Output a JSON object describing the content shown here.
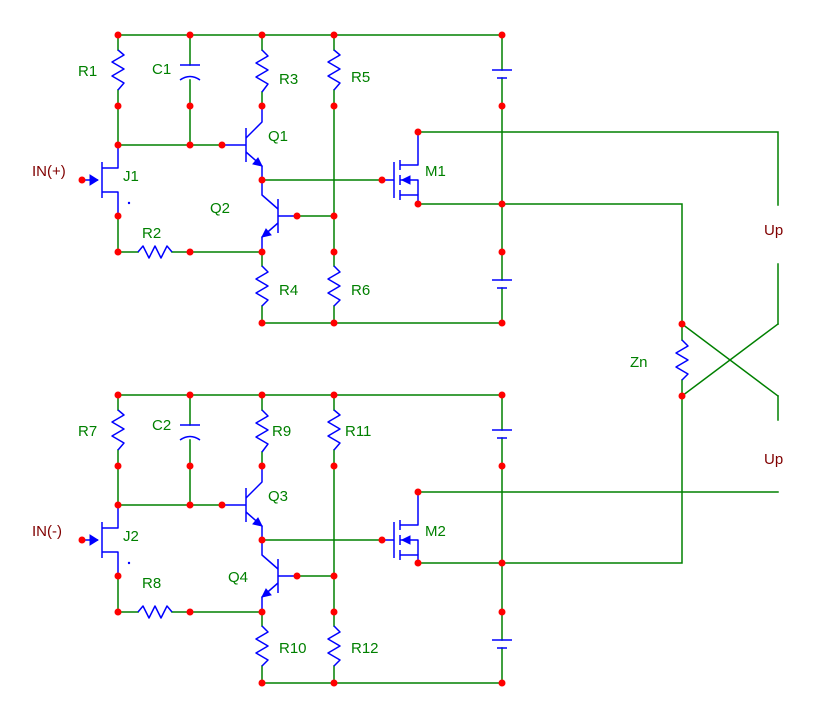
{
  "components": {
    "resistors": [
      "R1",
      "R2",
      "R3",
      "R4",
      "R5",
      "R6",
      "R7",
      "R8",
      "R9",
      "R10",
      "R11",
      "R12"
    ],
    "capacitors": [
      "C1",
      "C2"
    ],
    "jfets": [
      "J1",
      "J2"
    ],
    "bjts": [
      "Q1",
      "Q2",
      "Q3",
      "Q4"
    ],
    "mosfets": [
      "M1",
      "M2"
    ],
    "load": "Zn"
  },
  "io_labels": {
    "in_plus": "IN(+)",
    "in_minus": "IN(-)",
    "up_top": "Up",
    "up_bottom": "Up"
  },
  "colors": {
    "wire": "#008000",
    "component": "#0000ff",
    "node": "#ff0000",
    "label": "#008000",
    "io_label": "#800000"
  }
}
